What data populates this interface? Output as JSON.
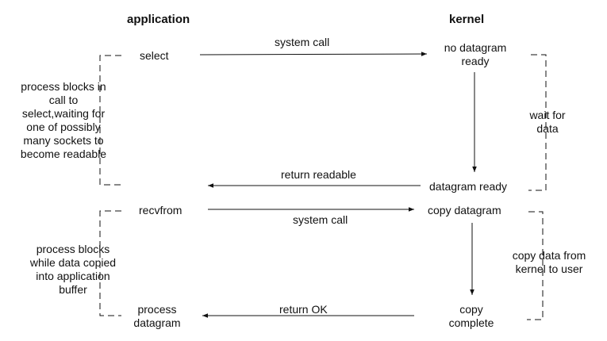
{
  "headers": {
    "application": "application",
    "kernel": "kernel"
  },
  "app_steps": {
    "select": "select",
    "recvfrom": "recvfrom",
    "process_datagram": "process\ndatagram"
  },
  "kernel_steps": {
    "no_datagram_ready": "no datagram\nready",
    "datagram_ready": "datagram ready",
    "copy_datagram": "copy datagram",
    "copy_complete": "copy\ncomplete"
  },
  "arrows": {
    "system_call_1": "system call",
    "return_readable": "return readable",
    "system_call_2": "system call",
    "return_ok": "return OK"
  },
  "notes": {
    "process_blocks_select": "process blocks in\ncall to\nselect,waiting for\none of possibly\nmany sockets to\nbecome readable",
    "process_blocks_copy": "process blocks\nwhile data copied\ninto application\nbuffer",
    "wait_for_data": "wait for\ndata",
    "copy_data_from_kernel": "copy data from\nkernel to user"
  }
}
